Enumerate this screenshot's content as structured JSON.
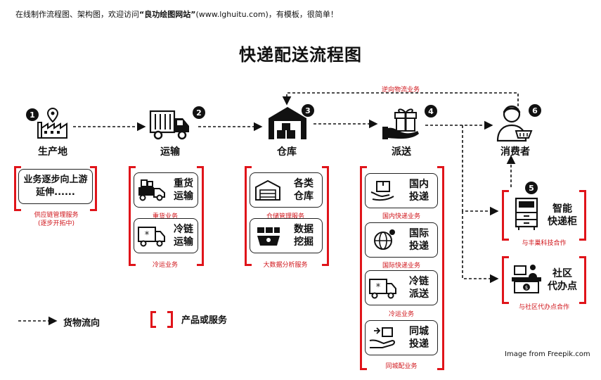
{
  "header": {
    "note_prefix": "在线制作流程图、架构图，欢迎访问",
    "note_site": "“良功绘图网站”",
    "note_suffix": "(www.lghuitu.com)，有模板，很简单！",
    "title": "快递配送流程图"
  },
  "reverse_label": "逆向物流业务",
  "stages": [
    {
      "num": "1",
      "label": "生产地",
      "icon": "factory-location-icon"
    },
    {
      "num": "2",
      "label": "运输",
      "icon": "truck-icon"
    },
    {
      "num": "3",
      "label": "仓库",
      "icon": "warehouse-icon"
    },
    {
      "num": "4",
      "label": "派送",
      "icon": "gift-hand-icon"
    },
    {
      "num": "6",
      "label": "消费者",
      "icon": "consumer-icon"
    },
    {
      "num": "5",
      "label": "",
      "icon": ""
    }
  ],
  "origin_card": {
    "text": "业务逐步向上游延伸......",
    "caption_1": "供应链管理服务",
    "caption_2": "(逐步开拓中)"
  },
  "transport_cards": [
    {
      "text_1": "重货",
      "text_2": "运输",
      "caption": "重货业务",
      "icon": "heavy-truck-icon"
    },
    {
      "text_1": "冷链",
      "text_2": "运输",
      "caption": "冷运业务",
      "icon": "cold-chain-truck-icon"
    }
  ],
  "warehouse_cards": [
    {
      "text_1": "各类",
      "text_2": "仓库",
      "caption": "仓储管理服务",
      "icon": "warehouse-building-icon"
    },
    {
      "text_1": "数据",
      "text_2": "挖掘",
      "caption": "大数据分析服务",
      "icon": "data-mining-icon"
    }
  ],
  "delivery_cards": [
    {
      "text_1": "国内",
      "text_2": "投递",
      "caption": "国内快递业务",
      "icon": "domestic-parcel-icon"
    },
    {
      "text_1": "国际",
      "text_2": "投递",
      "caption": "国际快递业务",
      "icon": "globe-icon"
    },
    {
      "text_1": "冷链",
      "text_2": "派送",
      "caption": "冷运业务",
      "icon": "cold-chain-truck-icon"
    },
    {
      "text_1": "同城",
      "text_2": "投递",
      "caption": "同城配业务",
      "icon": "hand-parcel-icon"
    }
  ],
  "endpoint_cards": [
    {
      "text_1": "智能",
      "text_2": "快递柜",
      "caption": "与丰巢科技合作",
      "icon": "smart-locker-icon"
    },
    {
      "text_1": "社区",
      "text_2": "代办点",
      "caption": "与社区代办点合作",
      "icon": "community-agent-icon"
    }
  ],
  "legend": {
    "flow": "货物流向",
    "product": "产品或服务"
  },
  "credit": "Image from Freepik.com",
  "colors": {
    "accent_red": "#e0141a",
    "ink": "#111111"
  }
}
